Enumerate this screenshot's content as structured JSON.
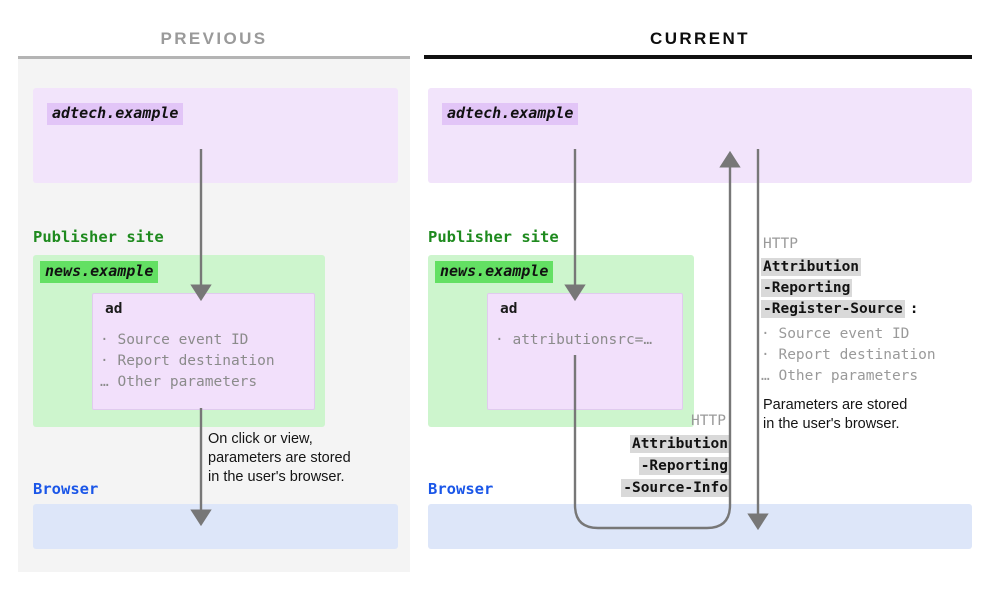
{
  "diagram": {
    "title_previous": "PREVIOUS",
    "title_current": "CURRENT"
  },
  "colors": {
    "purple_zone": "#f2e4fb",
    "purple_chip": "#e2c5f7",
    "green_zone": "#cdf5cd",
    "green_chip": "#63e063",
    "blue_zone": "#dde6f9",
    "panel_bg": "#f4f4f4",
    "arrow": "#777777",
    "header_highlight": "#d9d9d9",
    "green_text": "#1e8a1e",
    "blue_text": "#1a56e8",
    "muted_text": "#9a9a9a"
  },
  "previous": {
    "adtech_chip": "adtech.example",
    "publisher_label": "Publisher site",
    "news_chip": "news.example",
    "ad_title": "ad",
    "ad_items": "· Source event ID\n· Report destination\n… Other parameters",
    "browser_label": "Browser",
    "note": "On click or view,\nparameters are stored\nin the user's browser."
  },
  "current": {
    "adtech_chip": "adtech.example",
    "publisher_label": "Publisher site",
    "news_chip": "news.example",
    "ad_title": "ad",
    "ad_items": "· attributionsrc=…",
    "browser_label": "Browser",
    "request_http_word": "HTTP",
    "request_header_line1": "Attribution",
    "request_header_line2": "-Reporting",
    "request_header_line3": "-Source-Info",
    "response_http_word": "HTTP",
    "response_header_line1": "Attribution",
    "response_header_line2": "-Reporting",
    "response_header_line3": "-Register-Source",
    "response_header_colon": ":",
    "response_items": "· Source event ID\n· Report destination\n… Other parameters",
    "note": "Parameters are stored\nin the user's browser."
  }
}
